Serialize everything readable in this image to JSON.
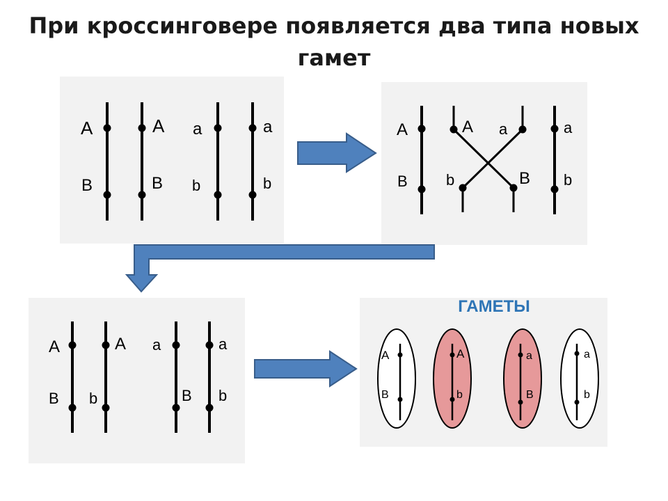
{
  "title": {
    "line1": "При кроссинговере появляется два типа новых",
    "line2": "гамет"
  },
  "panel1": {
    "chromosomes": [
      {
        "top": "A",
        "bottom": "B"
      },
      {
        "top": "A",
        "bottom": "B"
      },
      {
        "top": "a",
        "bottom": "b"
      },
      {
        "top": "a",
        "bottom": "b"
      }
    ]
  },
  "panel2": {
    "labels": {
      "left_top": "A",
      "left_bottom": "B",
      "cross1_top": "A",
      "cross1_bottom": "b",
      "cross2_top": "a",
      "cross2_bottom": "B",
      "right_top": "a",
      "right_bottom": "b"
    }
  },
  "panel3": {
    "chromosomes": [
      {
        "top": "A",
        "bottom": "B"
      },
      {
        "top": "A",
        "bottom": "b"
      },
      {
        "top": "a",
        "bottom": "B"
      },
      {
        "top": "a",
        "bottom": "b"
      }
    ]
  },
  "panel4": {
    "heading": "ГАМЕТЫ",
    "gametes": [
      {
        "top": "A",
        "bottom": "B",
        "recombinant": false
      },
      {
        "top": "A",
        "bottom": "b",
        "recombinant": true
      },
      {
        "top": "a",
        "bottom": "B",
        "recombinant": true
      },
      {
        "top": "a",
        "bottom": "b",
        "recombinant": false
      }
    ]
  },
  "colors": {
    "arrow_fill": "#4f81bd",
    "arrow_stroke": "#385d8a",
    "panel_bg": "#f2f2f2",
    "recombinant_fill": "#e6999a",
    "heading_color": "#2e75b6"
  }
}
